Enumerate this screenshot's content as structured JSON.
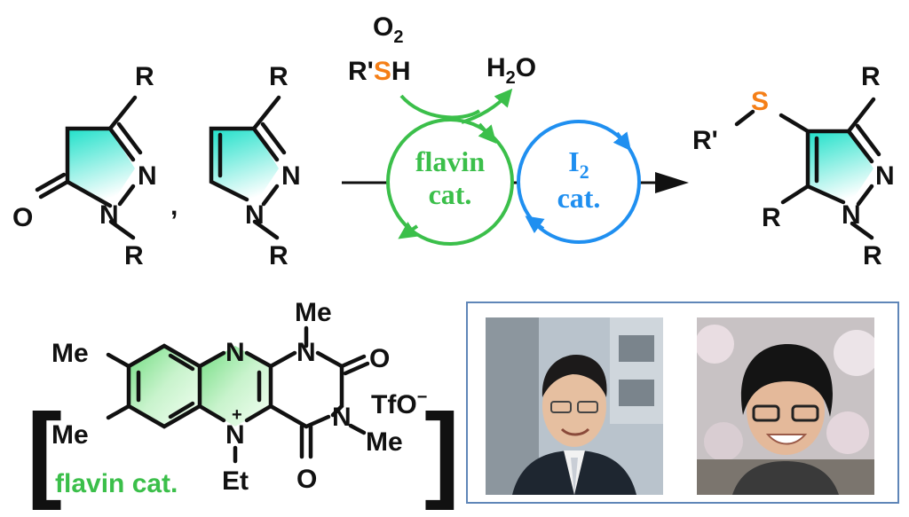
{
  "colors": {
    "ring_gradient_start": "#1fe0c9",
    "ring_gradient_end": "#ffffff",
    "flavin_gradient": "#7ee08a",
    "sulfur": "#f57f17",
    "flavin_cycle": "#3bbf4a",
    "iodine_cycle": "#1f8ff0",
    "frame": "#5f86b8"
  },
  "reagents": {
    "oxygen_main": "O",
    "oxygen_sub": "2",
    "thiol_r": "R'",
    "thiol_s": "S",
    "thiol_h": "H",
    "water_h": "H",
    "water_sub": "2",
    "water_o": "O"
  },
  "pyrazolone": {
    "r_top": "R",
    "n_right": "N",
    "n_bottom": "N",
    "r_bottom": "R",
    "carbonyl_o": "O"
  },
  "separator_comma": ",",
  "pyrazole": {
    "r_top": "R",
    "n_right": "N",
    "n_bottom": "N",
    "r_bottom": "R"
  },
  "flavin_cycle": {
    "line1": "flavin",
    "line2": "cat."
  },
  "iodine_cycle": {
    "line1_main": "I",
    "line1_sub": "2",
    "line2": "cat."
  },
  "product": {
    "r_top": "R",
    "s": "S",
    "r_prime": "R'",
    "n_right": "N",
    "n_bottom": "N",
    "r_left": "R",
    "r_bottom": "R"
  },
  "catalyst": {
    "me_top": "Me",
    "me_left_top": "Me",
    "me_left_bottom": "Me",
    "me_right": "Me",
    "n_top": "N",
    "n_plus": "N",
    "charge": "+",
    "n_ring_top": "N",
    "n_ring_bottom": "N",
    "o_top": "O",
    "o_bottom": "O",
    "et": "Et",
    "counterion_main": "TfO",
    "counterion_charge": "−",
    "label": "flavin cat."
  },
  "bracket_left": "[",
  "bracket_right": "]"
}
